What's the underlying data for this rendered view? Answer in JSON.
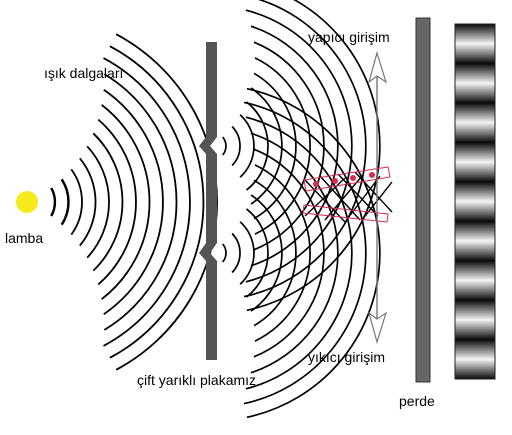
{
  "labels": {
    "lamp": "lamba",
    "light_waves": "ışık dalgaları",
    "double_slit_plate": "çift yarıklı plakamız",
    "constructive_interference": "yapıcı girişim",
    "destructive_interference": "yıkıcı girişim",
    "screen": "perde"
  },
  "colors": {
    "lamp": "#f5ea1c",
    "plate": "#555555",
    "screen": "#666666",
    "wave": "#000000",
    "marker": "#d62c52",
    "arrow": "#777777"
  },
  "icons": {
    "arrow_up": "arrow-up-icon",
    "arrow_down": "arrow-down-icon"
  },
  "fringe_count": 9
}
